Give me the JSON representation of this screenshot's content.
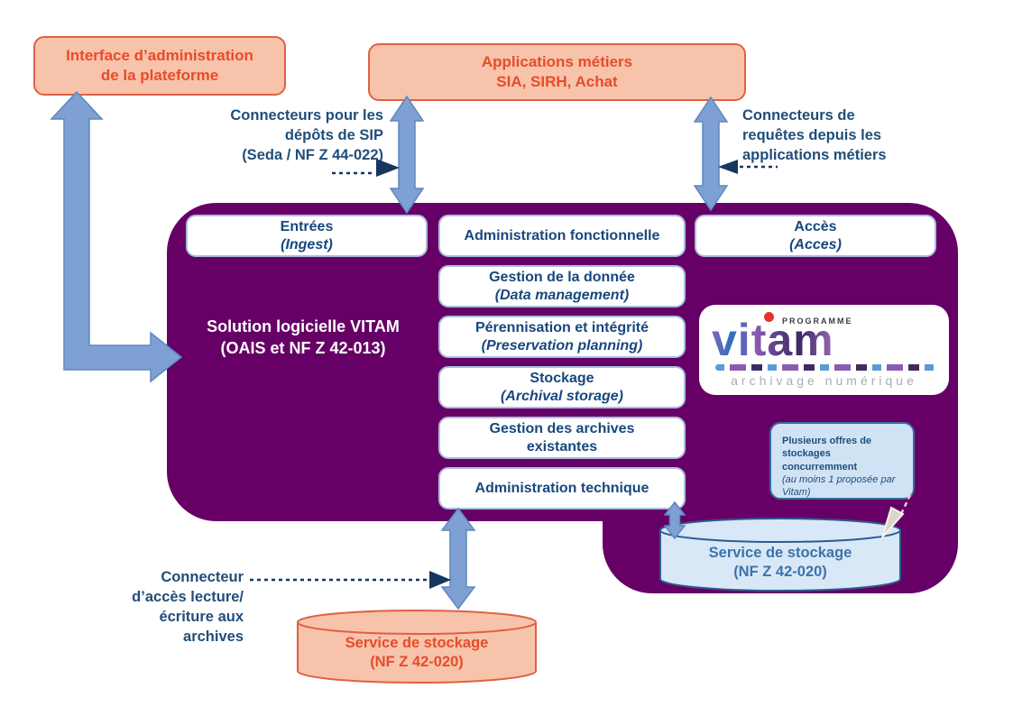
{
  "boxes": {
    "admin_interface": {
      "l1": "Interface d’administration",
      "l2": "de la plateforme"
    },
    "business_apps": {
      "l1": "Applications métiers",
      "l2": "SIA, SIRH, Achat"
    }
  },
  "connector_labels": {
    "sip": {
      "l1": "Connecteurs pour les",
      "l2": "dépôts de SIP",
      "l3": "(Seda / NF Z 44-022)"
    },
    "requests": {
      "l1": "Connecteurs de",
      "l2": "requêtes depuis les",
      "l3": "applications métiers"
    },
    "archive_rw": {
      "l1": "Connecteur",
      "l2": "d’accès lecture/",
      "l3": "écriture aux",
      "l4": "archives"
    }
  },
  "platform": {
    "title_l1": "Solution logicielle VITAM",
    "title_l2": "(OAIS et NF Z 42-013)",
    "modules": {
      "entrees": {
        "title": "Entrées",
        "subtitle": "(Ingest)"
      },
      "admin_fonctionnelle": {
        "title": "Administration fonctionnelle"
      },
      "gestion_donnee": {
        "title": "Gestion de la donnée",
        "subtitle": "(Data management)"
      },
      "perennisation": {
        "title": "Pérennisation et intégrité",
        "subtitle": "(Preservation planning)"
      },
      "stockage": {
        "title": "Stockage",
        "subtitle": "(Archival storage)"
      },
      "gestion_archives": {
        "title": "Gestion des archives",
        "title2": "existantes"
      },
      "admin_technique": {
        "title": "Administration technique"
      },
      "acces": {
        "title": "Accès",
        "subtitle": "(Acces)"
      }
    }
  },
  "logo": {
    "programme": "PROGRAMME",
    "wordmark": "vitam",
    "caption": "archivage numérique"
  },
  "callout": {
    "b1": "Plusieurs offres de",
    "b2": "stockages",
    "b3": "concurremment",
    "i1": "(au moins 1 proposée par",
    "i2": "Vitam)"
  },
  "storage_services": {
    "vitam_blue": {
      "l1": "Service de stockage",
      "l2": "(NF Z 42-020)"
    },
    "external_orange": {
      "l1": "Service de stockage",
      "l2": "(NF Z 42-020)"
    }
  },
  "colors": {
    "platform_purple": "#660066",
    "arrow_blue": "#7ea0d3",
    "navy_text": "#1f4e7a",
    "dashed_connector": "#17365d",
    "orange_fill": "#f7c3ab",
    "orange_border": "#e06043",
    "orange_text": "#e74c2a",
    "module_border": "#a9c0dc",
    "module_text": "#17477e",
    "callout_fill": "#cfe3f5",
    "blue_cylinder_fill": "#d9e8f6",
    "logo_red_dot": "#e8332a"
  }
}
